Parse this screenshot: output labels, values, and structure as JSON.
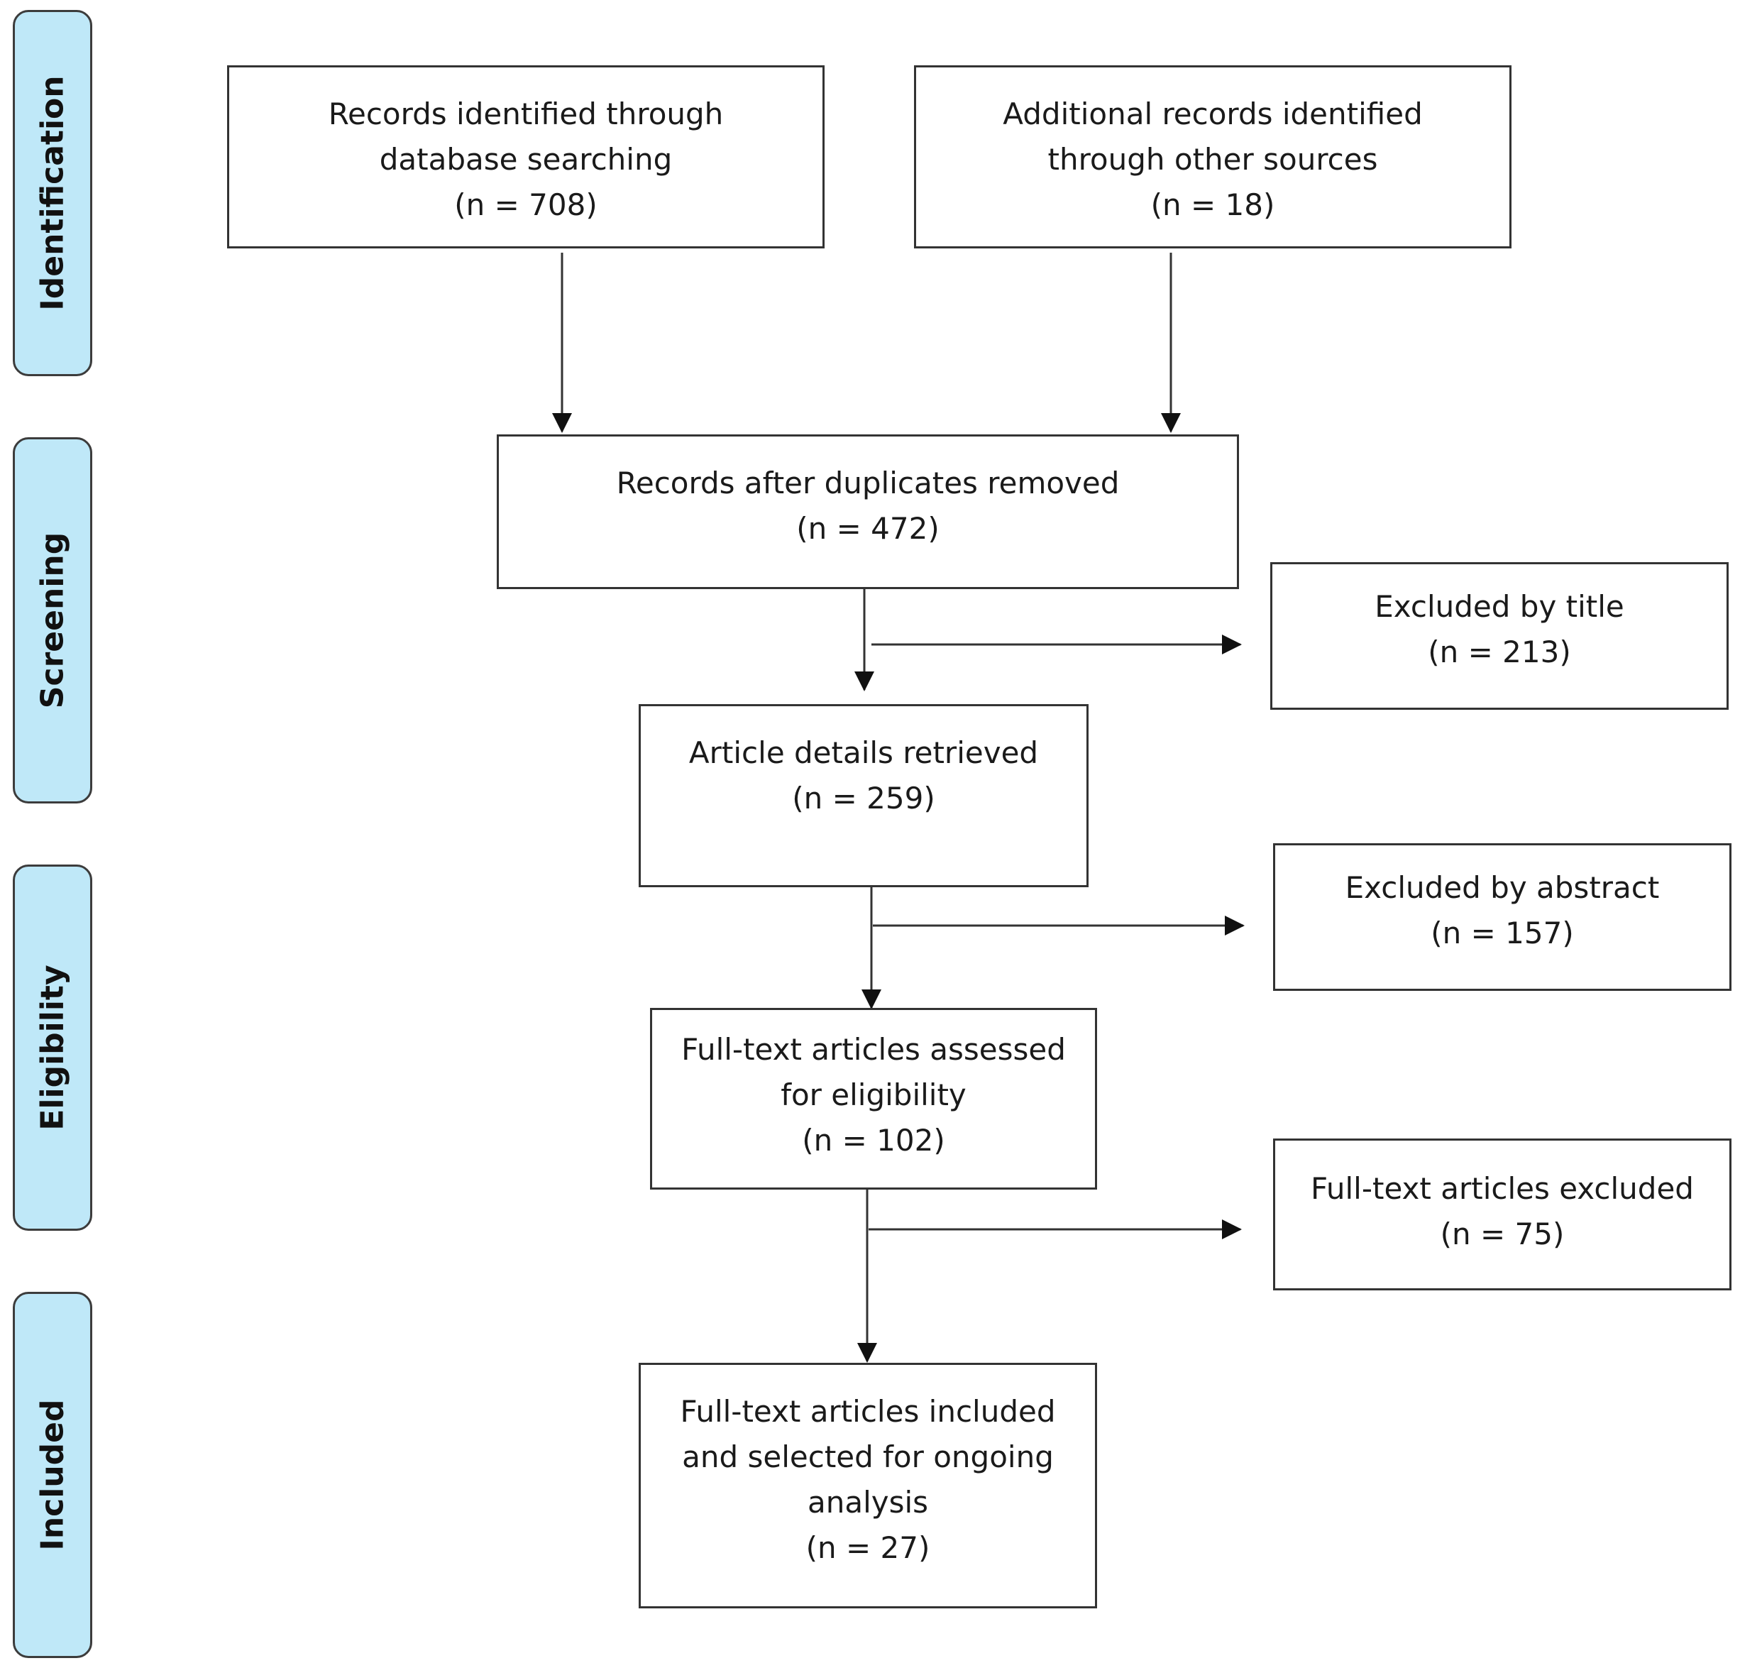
{
  "stages": {
    "identification": "Identification",
    "screening": "Screening",
    "eligibility": "Eligibility",
    "included": "Included"
  },
  "boxes": {
    "database_records": {
      "lines": [
        "Records identified through",
        "database searching",
        "(n = 708)"
      ]
    },
    "other_records": {
      "lines": [
        "Additional records identified",
        "through other sources",
        "(n = 18)"
      ]
    },
    "duplicates_removed": {
      "lines": [
        "Records after duplicates removed",
        "(n = 472)"
      ]
    },
    "excluded_title": {
      "lines": [
        "Excluded by title",
        "(n = 213)"
      ]
    },
    "details_retrieved": {
      "lines": [
        "Article details retrieved",
        "(n = 259)"
      ]
    },
    "excluded_abstract": {
      "lines": [
        "Excluded by abstract",
        "(n = 157)"
      ]
    },
    "fulltext_assessed": {
      "lines": [
        "Full-text articles assessed",
        "for eligibility",
        "(n = 102)"
      ]
    },
    "fulltext_excluded": {
      "lines": [
        "Full-text articles excluded",
        "(n = 75)"
      ]
    },
    "fulltext_included": {
      "lines": [
        "Full-text articles included",
        "and selected for ongoing",
        "analysis",
        "(n = 27)"
      ]
    }
  },
  "colors": {
    "stage_fill": "#bfe8f8",
    "stroke": "#333333"
  }
}
